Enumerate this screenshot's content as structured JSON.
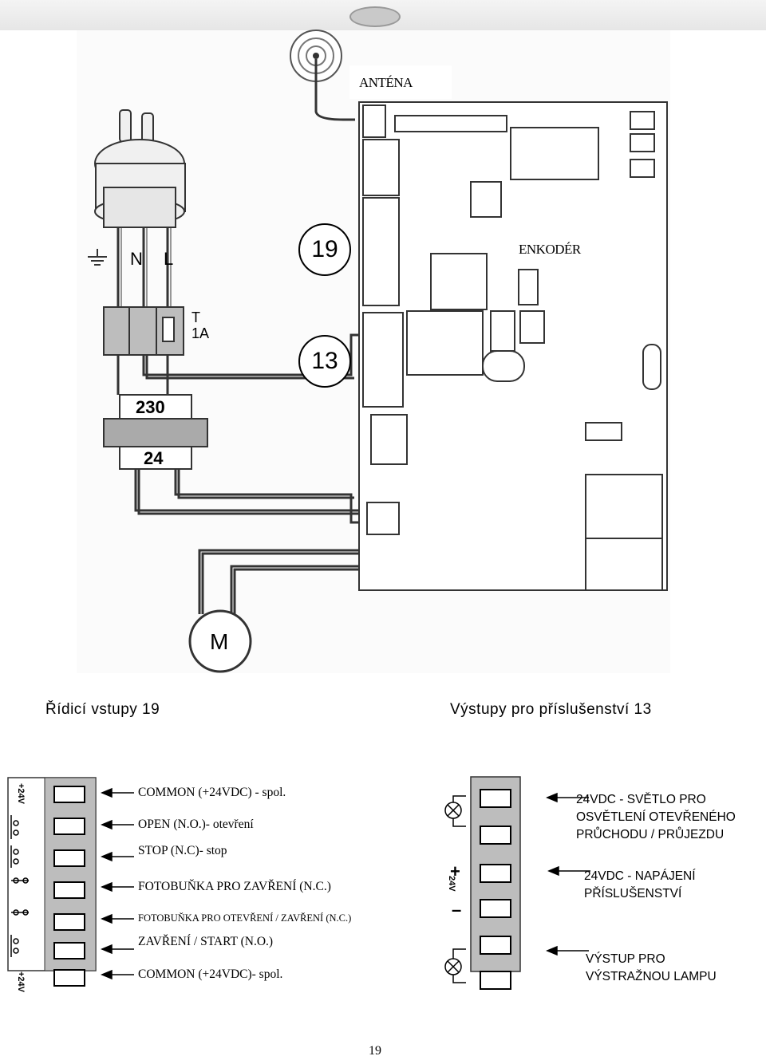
{
  "labels": {
    "antenna": "ANTÉNA",
    "encoder": "ENKODÉR",
    "ref_19": "19",
    "ref_13": "13",
    "mains_earth": "⏚",
    "mains_n": "N",
    "mains_l": "L",
    "fuse": "T\n1A",
    "transformer_primary": "230",
    "transformer_secondary": "24",
    "motor": "M"
  },
  "captions": {
    "left": "Řídicí vstupy 19",
    "right": "Výstupy pro příslušenství 13"
  },
  "control_inputs": [
    "COMMON (+24VDC) - spol.",
    "OPEN (N.O.)- otevření",
    "STOP (N.C)- stop",
    "FOTOBUŇKA PRO ZAVŘENÍ (N.C.)",
    "FOTOBUŇKA PRO OTEVŘENÍ / ZAVŘENÍ (N.C.)",
    "ZAVŘENÍ / START (N.O.)",
    "COMMON (+24VDC)- spol."
  ],
  "input_symbols": [
    "+24V",
    "",
    "",
    "",
    "",
    "",
    "+24V"
  ],
  "accessory_outputs": [
    {
      "line1": "24VDC - SVĚTLO PRO",
      "line2": "OSVĚTLENÍ OTEVŘENÉHO",
      "line3": "PRŮCHODU / PRŮJEZDU"
    },
    {
      "line1": "24VDC - NAPÁJENÍ",
      "line2": "PŘÍSLUŠENSTVÍ",
      "line3": ""
    },
    {
      "line1": "VÝSTUP PRO",
      "line2": "VÝSTRAŽNOU LAMPU",
      "line3": ""
    }
  ],
  "output_symbols": {
    "plus": "+",
    "minus": "–",
    "volt": "24V"
  },
  "page_number": "19"
}
